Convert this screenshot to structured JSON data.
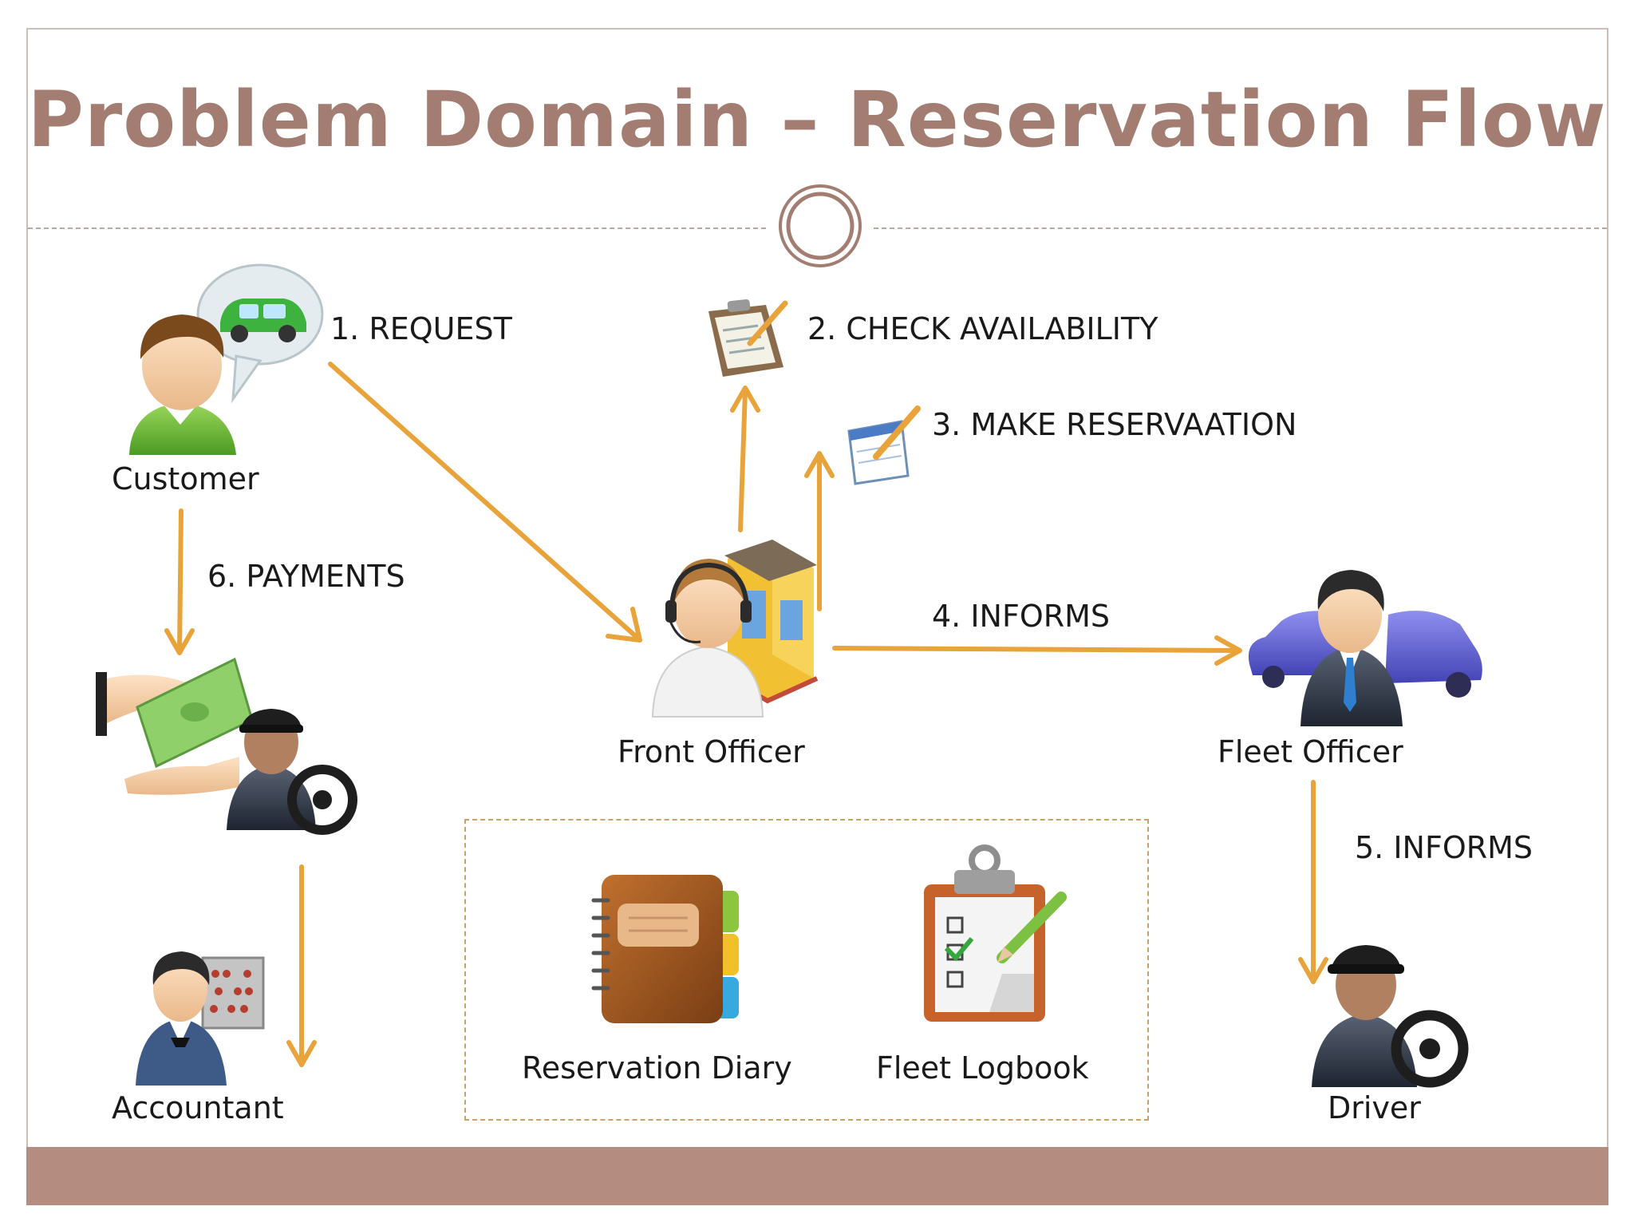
{
  "title": "Problem Domain – Reservation Flow",
  "colors": {
    "title": "#a37d72",
    "arrow": "#e8a33a",
    "footer": "#b58c80",
    "divider": "#b9a8a1",
    "legend_border": "#c9a265"
  },
  "actors": {
    "customer": "Customer",
    "front_officer": "Front Officer",
    "fleet_officer": "Fleet Officer",
    "accountant": "Accountant",
    "driver": "Driver"
  },
  "steps": {
    "request": "1.  REQUEST",
    "check": "2. CHECK AVAILABILITY",
    "reserve": "3. MAKE RESERVAATION",
    "inform_fleet": "4. INFORMS",
    "inform_driver": "5. INFORMS",
    "payments": "6. PAYMENTS"
  },
  "legend": {
    "diary": "Reservation Diary",
    "logbook": "Fleet Logbook"
  },
  "icons": [
    "customer-icon",
    "car-speech-bubble-icon",
    "clipboard-icon",
    "notepad-pencil-icon",
    "front-officer-icon",
    "fleet-officer-cars-icon",
    "payment-hands-icon",
    "accountant-abacus-icon",
    "driver-wheel-icon",
    "diary-book-icon",
    "checklist-clipboard-icon",
    "divider-ring-icon"
  ]
}
